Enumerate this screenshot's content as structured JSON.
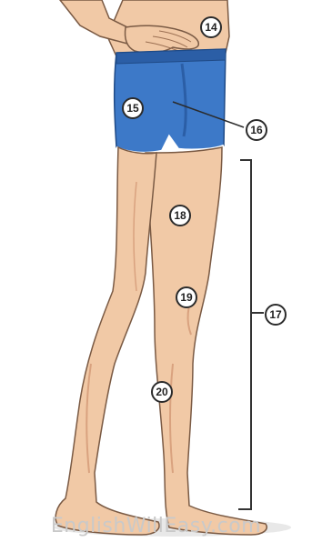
{
  "labels": {
    "n14": "14",
    "n15": "15",
    "n16": "16",
    "n17": "17",
    "n18": "18",
    "n19": "19",
    "n20": "20"
  },
  "watermark": "EnglishWillEasy.com",
  "colors": {
    "skin": "#f1c9a6",
    "skin_shade": "#d9a27f",
    "outline": "#7a5a44",
    "shorts": "#3d79c8",
    "shorts_dark": "#2b5ea6",
    "shorts_trim": "#ffffff",
    "bracket": "#333333"
  }
}
